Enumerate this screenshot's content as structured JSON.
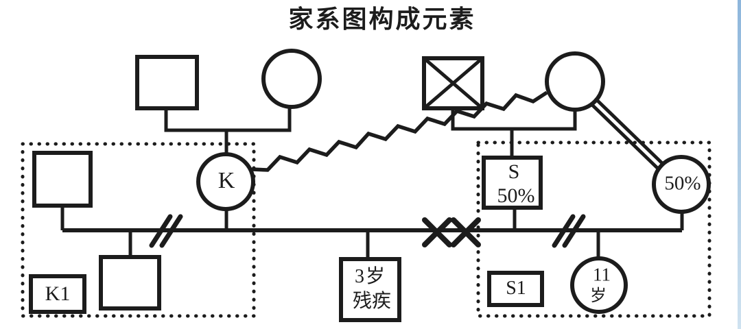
{
  "title": "家系图构成元素",
  "colors": {
    "ink": "#1c1c1c",
    "background": "#ffffff",
    "edge_strip": "#8db6dc"
  },
  "households": {
    "k1_label": "K1",
    "s1_label": "S1"
  },
  "persons": {
    "mother_k_label": "K",
    "father_s_line1": "S",
    "father_s_line2": "50%",
    "mother_right_label": "50%",
    "disabled_child_line1": "3岁",
    "disabled_child_line2": "残疾",
    "girl_line1": "11",
    "girl_line2": "岁"
  }
}
